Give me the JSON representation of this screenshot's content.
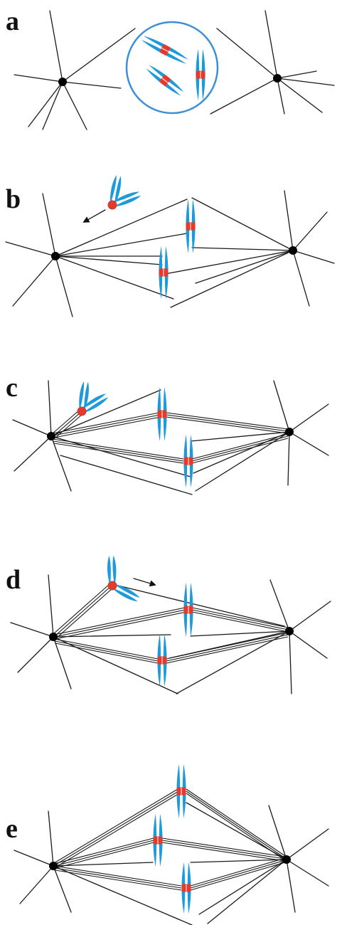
{
  "figure": {
    "panels": [
      {
        "id": "a",
        "label": "a"
      },
      {
        "id": "b",
        "label": "b"
      },
      {
        "id": "c",
        "label": "c"
      },
      {
        "id": "d",
        "label": "d"
      },
      {
        "id": "e",
        "label": "e"
      }
    ]
  },
  "colors": {
    "chromatid": "#1e9ad9",
    "centromere": "#e8382a",
    "nuclear_envelope": "#3d8fd6",
    "microtubule": "#1a1a1a",
    "pole": "#000000"
  }
}
